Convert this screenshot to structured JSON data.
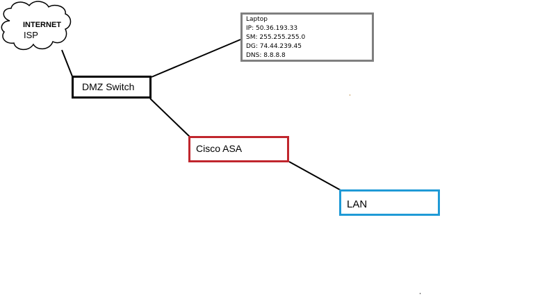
{
  "colors": {
    "line": "#000000",
    "laptop_border": "#7f7f7f",
    "dmz_border": "#000000",
    "asa_border": "#c0262d",
    "lan_border": "#1f9ad6"
  },
  "cloud": {
    "title": "INTERNET",
    "subtitle": "ISP",
    "icon": "cloud-icon"
  },
  "laptop": {
    "title": "Laptop",
    "ip": "IP: 50.36.193.33",
    "sm": "SM: 255.255.255.0",
    "dg": "DG: 74.44.239.45",
    "dns": "DNS: 8.8.8.8"
  },
  "nodes": {
    "dmz": "DMZ Switch",
    "asa": "Cisco ASA",
    "lan": "LAN"
  }
}
